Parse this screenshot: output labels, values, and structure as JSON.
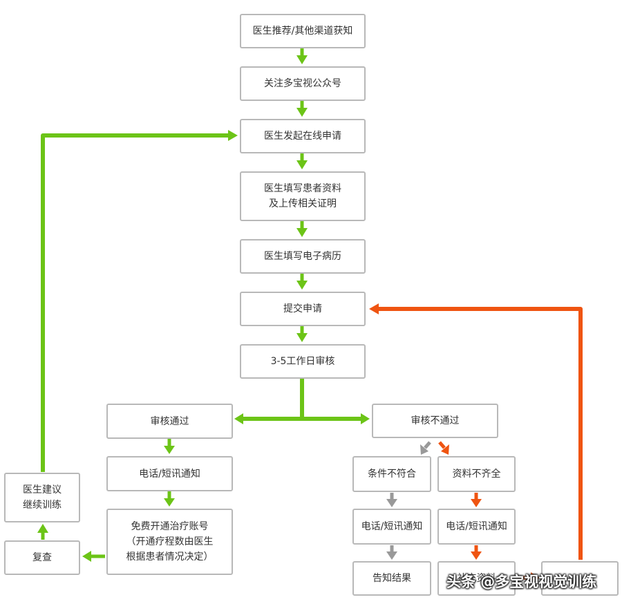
{
  "colors": {
    "green": "#6cc417",
    "orange": "#ef5411",
    "gray": "#999999",
    "border": "#b8b8b8"
  },
  "nodes": {
    "recommend": {
      "lines": [
        "医生推荐/其他渠道获知"
      ]
    },
    "follow": {
      "lines": [
        "关注多宝视公众号"
      ]
    },
    "apply": {
      "lines": [
        "医生发起在线申请"
      ]
    },
    "fill_info": {
      "lines": [
        "医生填写患者资料",
        "及上传相关证明"
      ]
    },
    "emr": {
      "lines": [
        "医生填写电子病历"
      ]
    },
    "submit": {
      "lines": [
        "提交申请"
      ]
    },
    "review": {
      "lines": [
        "3-5工作日审核"
      ]
    },
    "pass": {
      "lines": [
        "审核通过"
      ]
    },
    "notify_pass": {
      "lines": [
        "电话/短讯通知"
      ]
    },
    "account": {
      "lines": [
        "免费开通治疗账号",
        "（开通疗程数由医生",
        "根据患者情况决定）"
      ]
    },
    "recheck": {
      "lines": [
        "复查"
      ]
    },
    "continue": {
      "lines": [
        "医生建议",
        "继续训练"
      ]
    },
    "fail": {
      "lines": [
        "审核不通过"
      ]
    },
    "not_meet": {
      "lines": [
        "条件不符合"
      ]
    },
    "incomplete": {
      "lines": [
        "资料不齐全"
      ]
    },
    "notify_gray": {
      "lines": [
        "电话/短讯通知"
      ]
    },
    "notify_orange": {
      "lines": [
        "电话/短讯通知"
      ]
    },
    "result": {
      "lines": [
        "告知结果"
      ]
    },
    "supplement": {
      "lines": [
        "补充资料"
      ]
    },
    "resubmit": {
      "lines": [
        ""
      ]
    }
  },
  "watermark": "头条 @多宝视视觉训练"
}
